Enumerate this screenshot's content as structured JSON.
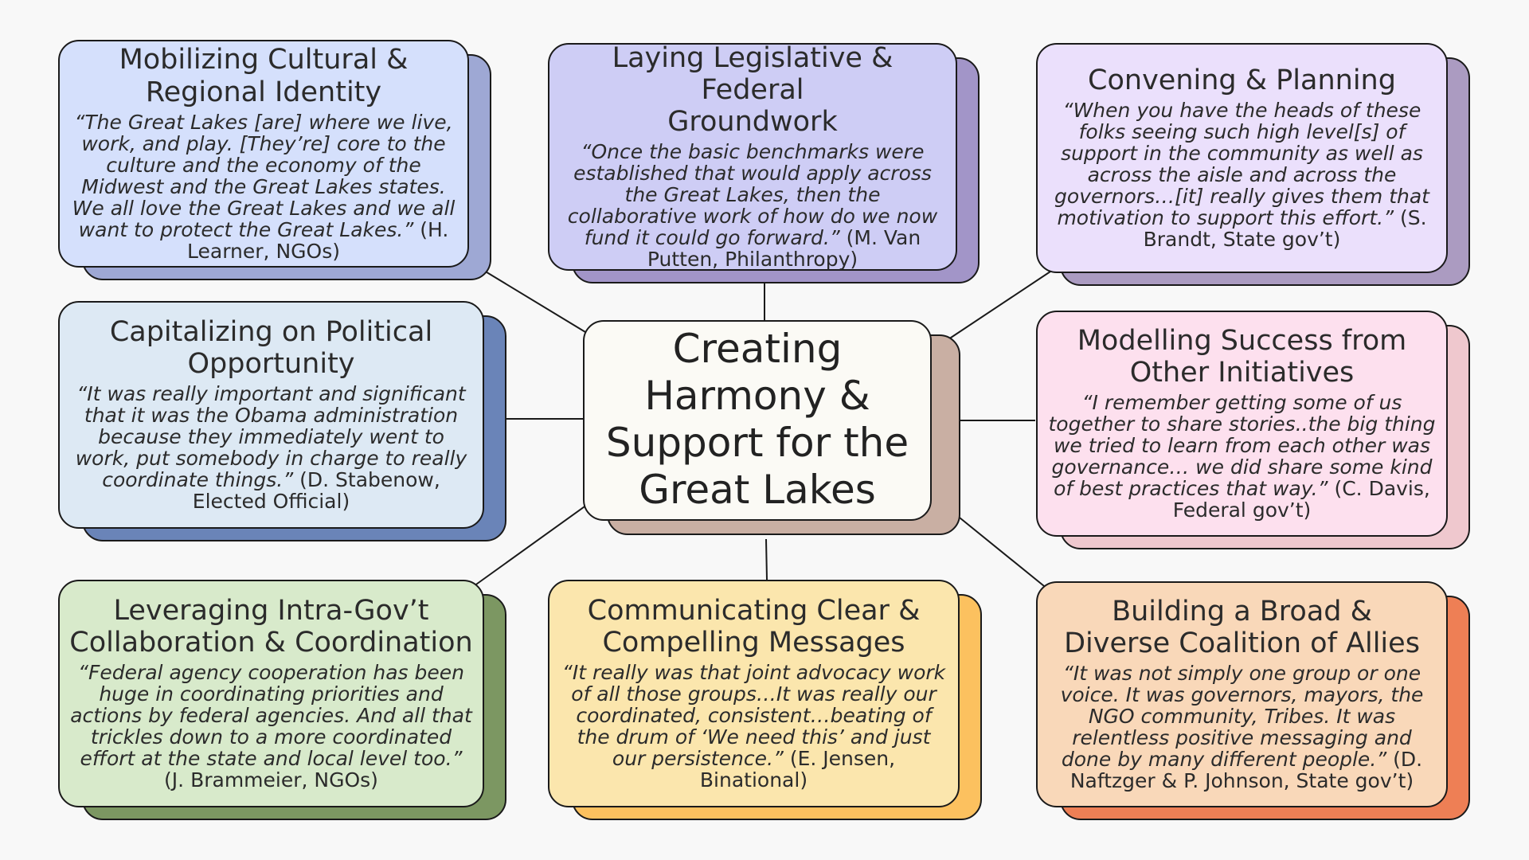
{
  "center": {
    "title_lines": [
      "Creating",
      "Harmony &",
      "Support for the",
      "Great Lakes"
    ],
    "face_color": "#fbfaf5",
    "shadow_color": "#c9afa3"
  },
  "cards": [
    {
      "id": "cultural-identity",
      "title_lines": [
        "Mobilizing Cultural &",
        "Regional Identity"
      ],
      "quote": "“The Great Lakes [are] where we live, work, and play. [They’re] core to the culture and the economy of the Midwest and the Great Lakes states. We all love the Great Lakes and we all want to protect the Great Lakes.”",
      "attribution": " (H. Learner, NGOs)",
      "face_color": "#d5e0fc",
      "shadow_color": "#9ea8d4"
    },
    {
      "id": "legislative-groundwork",
      "title_lines": [
        "Laying Legislative & Federal",
        "Groundwork"
      ],
      "quote": "“Once the basic benchmarks were established that would apply across the Great Lakes, then the collaborative work of how do we now fund it could go forward.”",
      "attribution": " (M. Van Putten, Philanthropy)",
      "face_color": "#cecdf5",
      "shadow_color": "#a295c8"
    },
    {
      "id": "convening-planning",
      "title_lines": [
        "Convening & Planning"
      ],
      "quote": "“When you have the heads of these folks seeing such high level[s] of support in the community as well as across the aisle and across the governors…[it] really gives them that motivation to support this effort.”",
      "attribution": " (S. Brandt, State gov’t)",
      "face_color": "#ebe0fc",
      "shadow_color": "#ab9bc1"
    },
    {
      "id": "political-opportunity",
      "title_lines": [
        "Capitalizing on Political",
        "Opportunity"
      ],
      "quote": "“It was really important and significant that it was the Obama administration because they immediately went to work, put somebody in charge to really coordinate things.”",
      "attribution": " (D. Stabenow, Elected Official)",
      "face_color": "#dde9f4",
      "shadow_color": "#6a84b8"
    },
    {
      "id": "modelling-success",
      "title_lines": [
        "Modelling Success from",
        "Other Initiatives"
      ],
      "quote": "“I remember getting some of us together to share stories..the big thing we tried to learn from each other was governance… we did share some kind of best practices that way.”",
      "attribution": " (C. Davis, Federal gov’t)",
      "face_color": "#fde0ee",
      "shadow_color": "#efc8ce"
    },
    {
      "id": "intra-gov-collaboration",
      "title_lines": [
        "Leveraging Intra-Gov’t",
        "Collaboration & Coordination"
      ],
      "quote": "“Federal agency cooperation has been huge in coordinating priorities and actions by federal agencies. And all that trickles down to a more coordinated effort at the state and local level too.”",
      "attribution": " (J. Brammeier, NGOs)",
      "face_color": "#d8eacb",
      "shadow_color": "#7c9762"
    },
    {
      "id": "clear-messages",
      "title_lines": [
        "Communicating Clear &",
        "Compelling Messages"
      ],
      "quote": "“It really was that joint advocacy work of all those groups…It was really our coordinated, consistent…beating of the drum of ‘We need this’ and just our persistence.”",
      "attribution": " (E. Jensen, Binational)",
      "face_color": "#fbe6ad",
      "shadow_color": "#fcc15f"
    },
    {
      "id": "coalition-of-allies",
      "title_lines": [
        "Building a Broad &",
        "Diverse Coalition of Allies"
      ],
      "quote": "“It was not simply one group or one voice. It was governors, mayors, the NGO community, Tribes. It was relentless positive messaging and done by many different people.”",
      "attribution": " (D. Naftzger & P. Johnson, State gov’t)",
      "face_color": "#f9d8b9",
      "shadow_color": "#ee7f55"
    }
  ]
}
